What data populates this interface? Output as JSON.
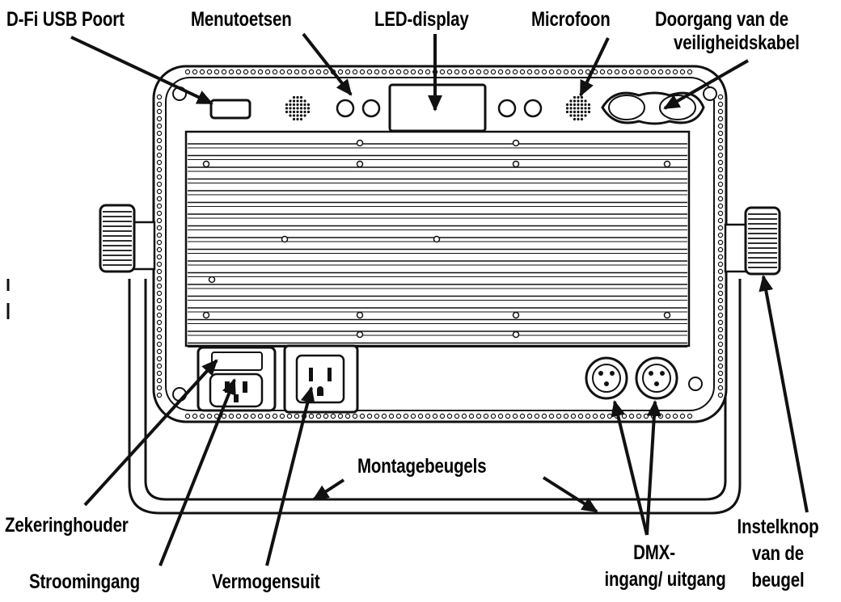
{
  "labels": {
    "usb_port": "D-Fi USB Poort",
    "menu_buttons": "Menutoetsen",
    "led_display": "LED-display",
    "microphone": "Microfoon",
    "safety_cable_line1": "Doorgang van de",
    "safety_cable_line2": "veiligheidskabel",
    "mounting_brackets": "Montagebeugels",
    "fuse_holder": "Zekeringhouder",
    "power_input": "Stroomingang",
    "power_output": "Vermogensuit",
    "dmx_line1": "DMX-",
    "dmx_line2": "ingang/ uitgang",
    "bracket_knob_line1": "Instelknop",
    "bracket_knob_line2": "van de",
    "bracket_knob_line3": "beugel"
  },
  "colors": {
    "line": "#111111",
    "body": "#ffffff",
    "background": "#ffffff"
  }
}
